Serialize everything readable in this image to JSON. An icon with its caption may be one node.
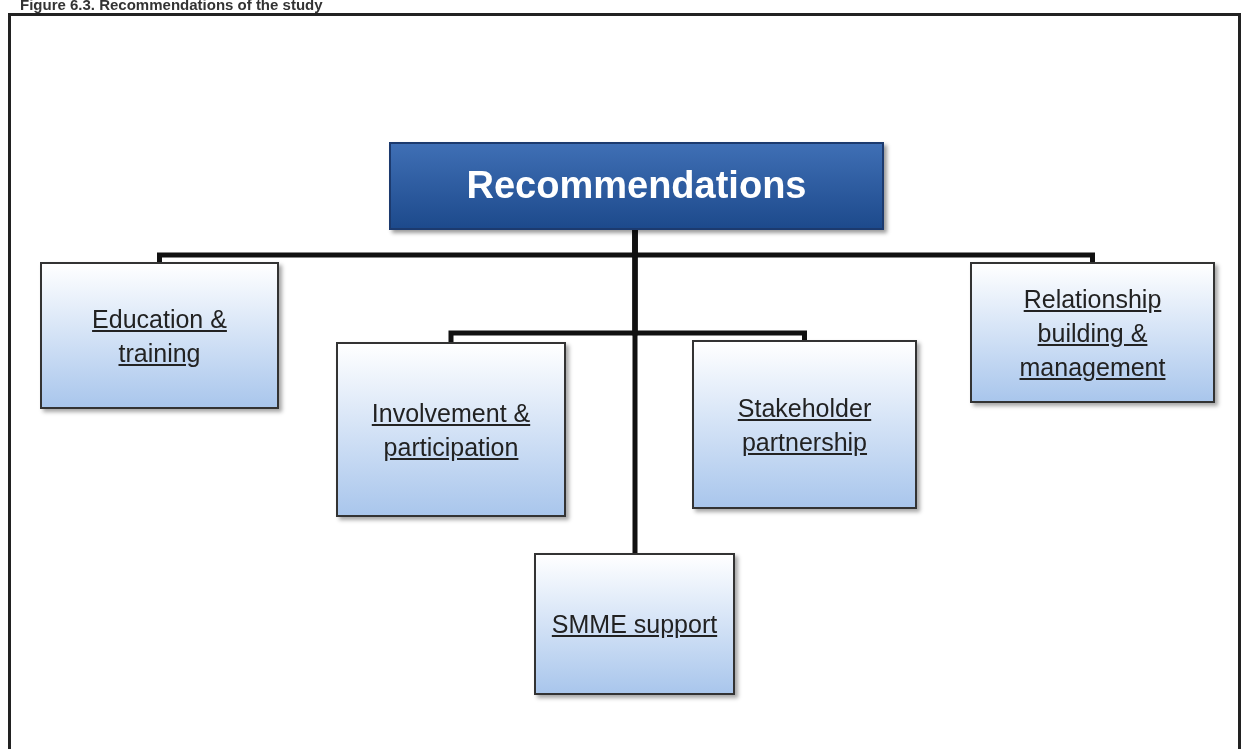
{
  "diagram": {
    "title": "Figure 6.3. Recommendations of the study",
    "nodes": [
      {
        "text": [
          "Recommendations"
        ]
      },
      {
        "text": [
          "Education & training"
        ]
      },
      {
        "text": [
          "Involvement & participation"
        ]
      },
      {
        "text": [
          "Stakeholder partnership"
        ]
      },
      {
        "text": [
          "Relationship building & management"
        ]
      },
      {
        "text": [
          "SMME support"
        ]
      }
    ],
    "edges": [
      {
        "from": 0,
        "to": 1,
        "arrow": "none"
      },
      {
        "from": 0,
        "to": 2,
        "arrow": "none"
      },
      {
        "from": 0,
        "to": 3,
        "arrow": "none"
      },
      {
        "from": 0,
        "to": 4,
        "arrow": "none"
      },
      {
        "from": 0,
        "to": 5,
        "arrow": "none"
      }
    ]
  }
}
